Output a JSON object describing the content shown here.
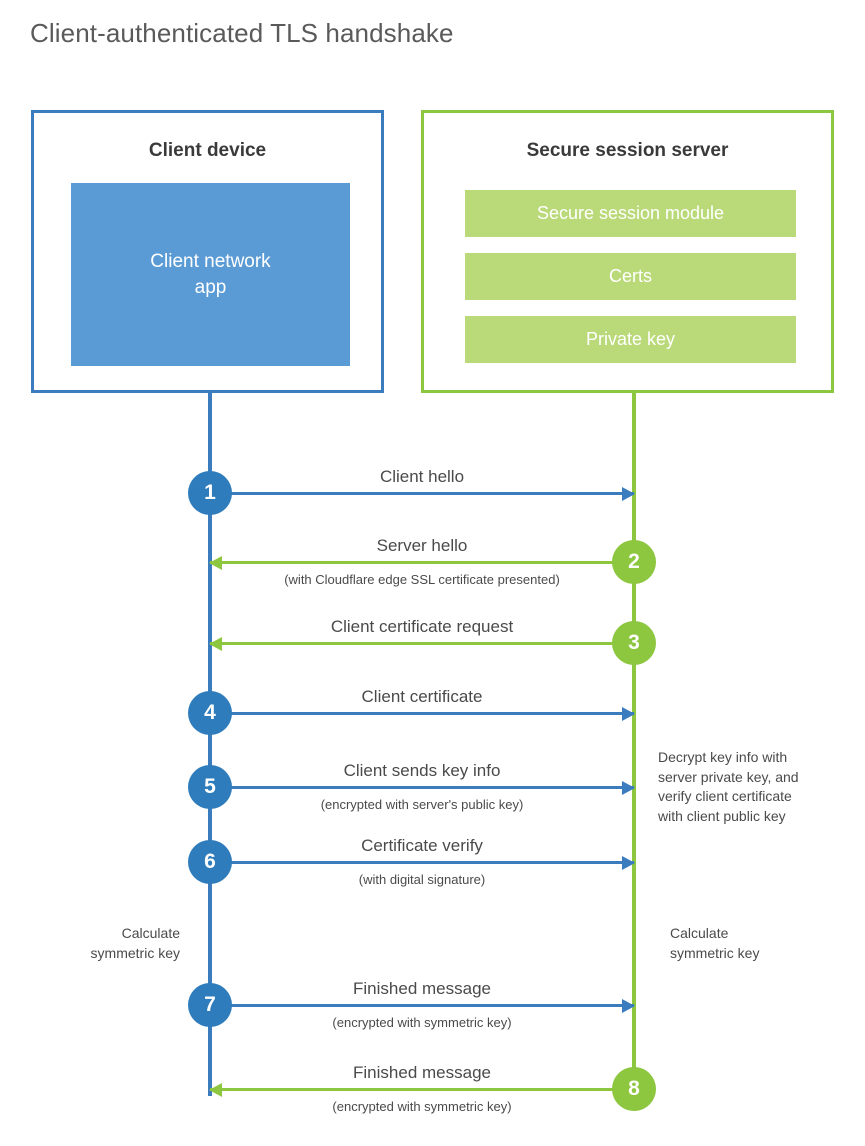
{
  "title": "Client-authenticated TLS handshake",
  "colors": {
    "client_border": "#3b7cbf",
    "client_fill": "#5b9bd5",
    "client_circle": "#2e7cbc",
    "server_border": "#8dc63f",
    "server_fill": "#bada7a",
    "server_circle": "#8dc63f",
    "text": "#4a4a4a",
    "background": "#ffffff"
  },
  "client": {
    "title": "Client device",
    "app_label": "Client network\napp"
  },
  "server": {
    "title": "Secure session server",
    "components": [
      "Secure session module",
      "Certs",
      "Private key"
    ]
  },
  "steps": [
    {
      "number": "1",
      "label": "Client hello",
      "sub": "",
      "direction": "client-to-server",
      "origin": "client"
    },
    {
      "number": "2",
      "label": "Server hello",
      "sub": "(with Cloudflare edge SSL certificate presented)",
      "direction": "server-to-client",
      "origin": "server"
    },
    {
      "number": "3",
      "label": "Client certificate request",
      "sub": "",
      "direction": "server-to-client",
      "origin": "server"
    },
    {
      "number": "4",
      "label": "Client certificate",
      "sub": "",
      "direction": "client-to-server",
      "origin": "client"
    },
    {
      "number": "5",
      "label": "Client sends key info",
      "sub": "(encrypted with server's public key)",
      "direction": "client-to-server",
      "origin": "client"
    },
    {
      "number": "6",
      "label": "Certificate verify",
      "sub": "(with digital signature)",
      "direction": "client-to-server",
      "origin": "client"
    },
    {
      "number": "7",
      "label": "Finished message",
      "sub": "(encrypted with symmetric key)",
      "direction": "client-to-server",
      "origin": "client"
    },
    {
      "number": "8",
      "label": "Finished message",
      "sub": "(encrypted with symmetric key)",
      "direction": "server-to-client",
      "origin": "server"
    }
  ],
  "notes": {
    "server_decrypt": "Decrypt key info with\nserver private key, and\nverify client certificate\nwith client public key",
    "client_calculate": "Calculate\nsymmetric key",
    "server_calculate": "Calculate\nsymmetric key"
  }
}
